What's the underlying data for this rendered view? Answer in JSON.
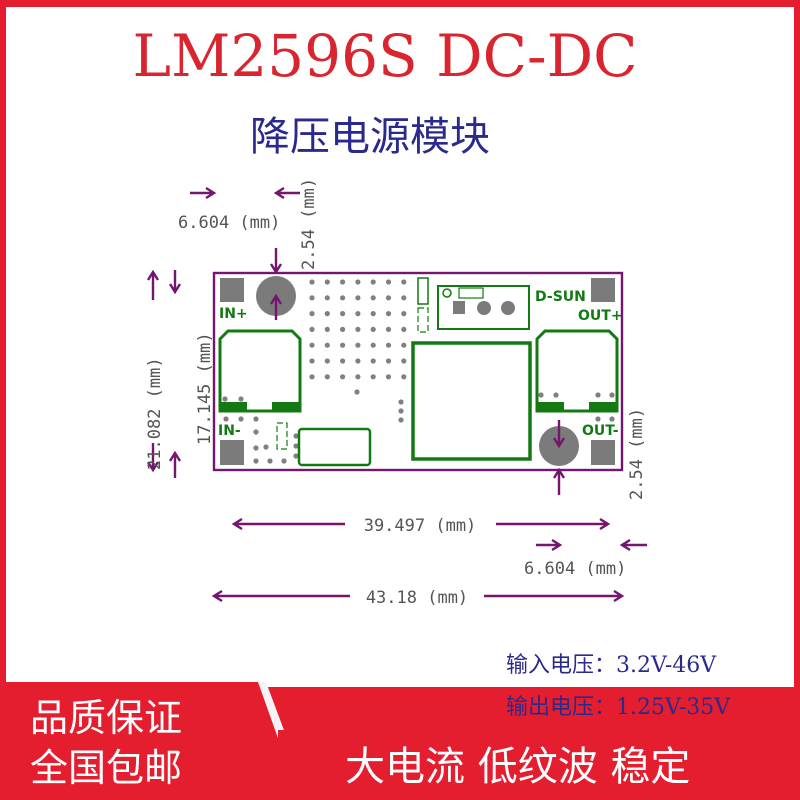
{
  "header": {
    "title": "LM2596S DC-DC",
    "subtitle": "降压电源模块"
  },
  "diagram": {
    "board_brand": "D-SUN",
    "pins": {
      "in_plus": "IN+",
      "in_minus": "IN-",
      "out_plus": "OUT+",
      "out_minus": "OUT-"
    },
    "dimensions": {
      "top_pitch": "6.604 (mm)",
      "hole_offset_top": "2.54 (mm)",
      "height_outer": "21.082 (mm)",
      "height_inner": "17.145 (mm)",
      "hole_span": "39.497 (mm)",
      "bottom_pitch": "6.604 (mm)",
      "hole_offset_bottom": "2.54 (mm)",
      "width_total": "43.18 (mm)"
    }
  },
  "specs": {
    "input": "输入电压：3.2V-46V",
    "output": "输出电压：1.25V-35V"
  },
  "banner": {
    "left_line1": "品质保证",
    "left_line2": "全国包邮",
    "features": "大电流 低纹波 稳定"
  },
  "colors": {
    "frame_red": "#e41e2f",
    "title_red": "#d9252f",
    "subtitle_blue": "#2a2a8c",
    "dimension_purple": "#74156e",
    "silkscreen_green": "#137a13",
    "pad_gray": "#7b7b7b"
  }
}
